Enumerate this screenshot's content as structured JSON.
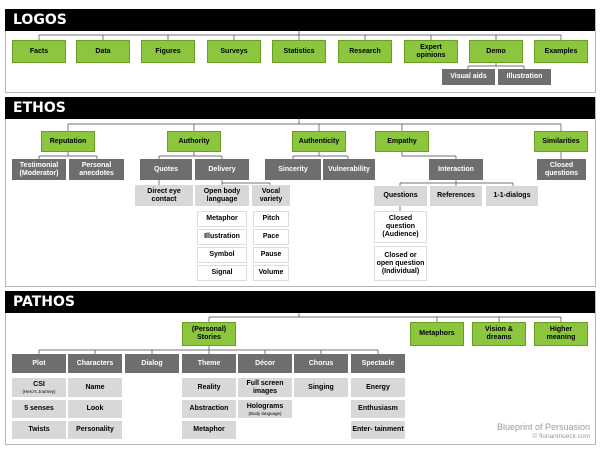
{
  "logos": {
    "title": "LOGOS",
    "items": [
      "Facts",
      "Data",
      "Figures",
      "Surveys",
      "Statistics",
      "Research",
      "Expert opinions",
      "Demo",
      "Examples"
    ],
    "demo_sub": [
      "Visual aids",
      "Illustration"
    ]
  },
  "ethos": {
    "title": "ETHOS",
    "reputation": {
      "label": "Reputation",
      "sub": [
        "Testimonial (Moderator)",
        "Personal anecdotes"
      ]
    },
    "authority": {
      "label": "Authority",
      "sub": [
        "Quotes",
        "Delivery"
      ]
    },
    "quotes_sub": "Direct eye contact",
    "delivery_sub": {
      "body": {
        "label": "Open body language",
        "items": [
          "Metaphor",
          "Illustration",
          "Symbol",
          "Signal"
        ]
      },
      "voice": {
        "label": "Vocal variety",
        "items": [
          "Pitch",
          "Pace",
          "Pause",
          "Volume"
        ]
      }
    },
    "authenticity": {
      "label": "Authenticity",
      "sub": [
        "Sincerity",
        "Vulnerability"
      ]
    },
    "empathy": {
      "label": "Empathy",
      "sub": [
        "Interaction"
      ]
    },
    "interaction_sub": [
      "Questions",
      "References",
      "1-1-dialogs"
    ],
    "questions_sub": [
      "Closed question (Audience)",
      "Closed or open question (Individual)"
    ],
    "similarities": {
      "label": "Similarities",
      "sub": [
        "Closed questions"
      ]
    }
  },
  "pathos": {
    "title": "PATHOS",
    "stories": "(Personal) Stories",
    "right": [
      "Metaphors",
      "Vision & dreams",
      "Higher meaning"
    ],
    "categories": [
      {
        "label": "Plot",
        "items": [
          "CSI",
          "5 senses",
          "Twists"
        ],
        "csi_note": "(Hero's Journey)"
      },
      {
        "label": "Characters",
        "items": [
          "Name",
          "Look",
          "Personality"
        ]
      },
      {
        "label": "Dialog",
        "items": []
      },
      {
        "label": "Theme",
        "items": [
          "Reality",
          "Abstraction",
          "Metaphor"
        ]
      },
      {
        "label": "Décor",
        "items": [
          "Full screen images",
          "Holograms"
        ],
        "holo_note": "(Body language)"
      },
      {
        "label": "Chorus",
        "items": [
          "Singing"
        ]
      },
      {
        "label": "Spectacle",
        "items": [
          "Energy",
          "Enthusiasm",
          "Enter- tainment"
        ]
      }
    ]
  },
  "credit": {
    "title": "Blueprint of Persuasion",
    "author": "© florianmueck.com"
  },
  "colors": {
    "green": "#8cc63f",
    "dark": "#6e6e6e",
    "light": "#d8d8d8",
    "header": "#000000"
  }
}
